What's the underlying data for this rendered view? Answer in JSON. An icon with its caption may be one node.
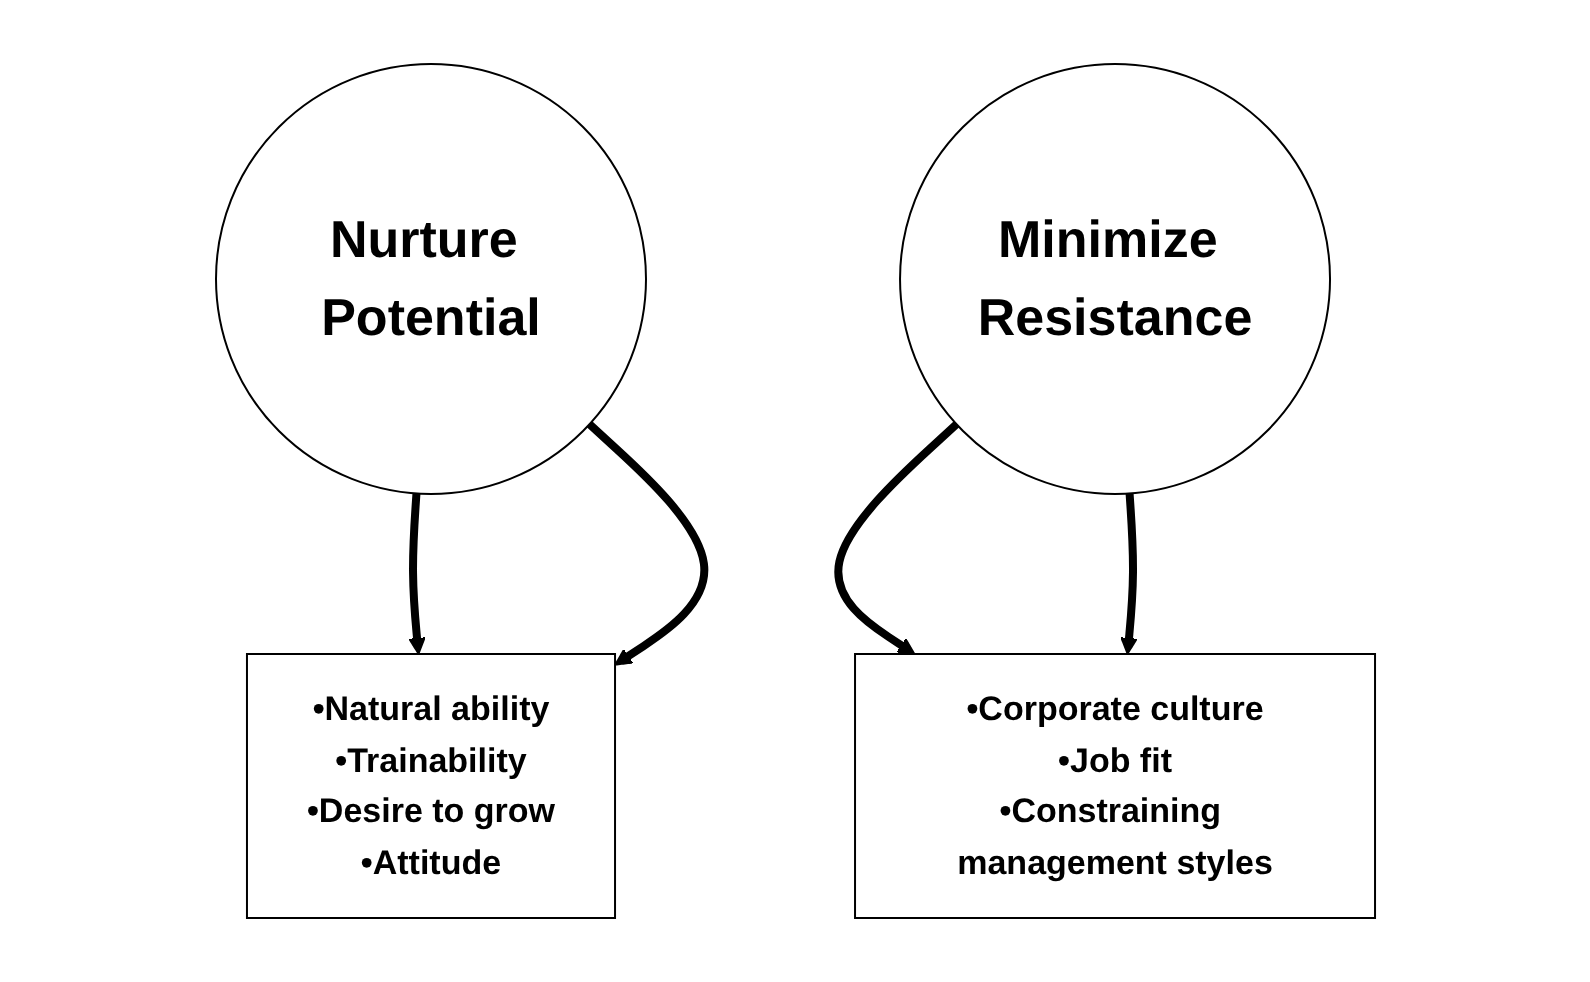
{
  "diagram": {
    "nodes": [
      {
        "text": [
          "Nurture Potential"
        ]
      },
      {
        "text": [
          "•Natural ability",
          "•Trainability",
          "•Desire to grow",
          "•Attitude"
        ]
      },
      {
        "text": [
          "Minimize Resistance"
        ]
      },
      {
        "text": [
          "•Corporate culture",
          "•Job fit",
          "•Constraining management styles"
        ]
      }
    ],
    "edges": [
      {
        "from": 0,
        "to": 1,
        "arrow": "to"
      },
      {
        "from": 0,
        "to": 1,
        "arrow": "to"
      },
      {
        "from": 2,
        "to": 3,
        "arrow": "to"
      },
      {
        "from": 2,
        "to": 3,
        "arrow": "to"
      }
    ]
  }
}
